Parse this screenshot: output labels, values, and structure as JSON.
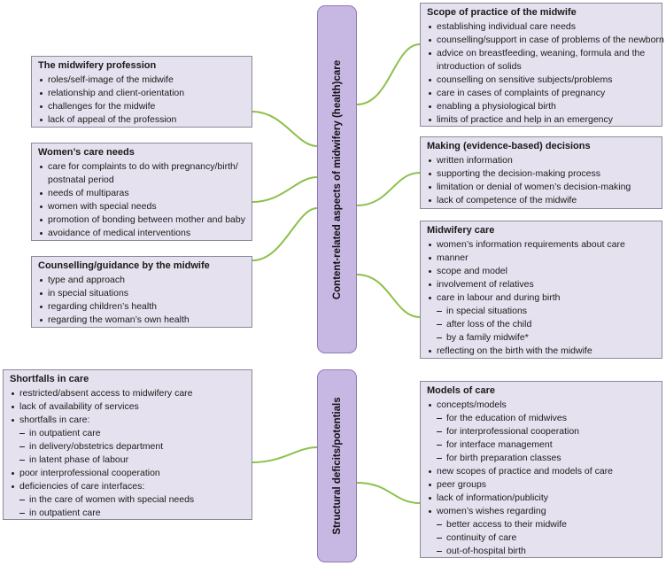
{
  "center_top": "Content-related aspects of midwifery (health)care",
  "center_bottom": "Structural deficits/potentials",
  "boxes": {
    "profession": {
      "title": "The midwifery profession",
      "items": [
        "roles/self-image of the midwife",
        "relationship and client-orientation",
        "challenges for the midwife",
        "lack of appeal of the profession"
      ]
    },
    "needs": {
      "title": "Women’s care needs",
      "items": [
        "care for complaints to do with pregnancy/birth/",
        "postnatal period",
        "needs of multiparas",
        "women with special needs",
        "promotion of bonding between mother and baby",
        "avoidance of medical interventions"
      ]
    },
    "counselling": {
      "title": "Counselling/guidance by the midwife",
      "items": [
        "type and approach",
        "in special situations",
        "regarding children’s health",
        "regarding the woman’s own health"
      ]
    },
    "scope": {
      "title": "Scope of practice of the midwife",
      "items": [
        "establishing individual care needs",
        "counselling/support in case of problems of the newborn",
        "advice on breastfeeding, weaning, formula and the",
        "introduction of solids",
        "counselling on sensitive subjects/problems",
        "care in cases of complaints of pregnancy",
        "enabling a physiological birth",
        "limits of practice and help in an emergency"
      ]
    },
    "decisions": {
      "title": "Making (evidence-based) decisions",
      "items": [
        "written information",
        "supporting the decision-making process",
        "limitation or denial of women’s decision-making",
        "lack of competence of the midwife"
      ]
    },
    "midwifery_care": {
      "title": "Midwifery care",
      "items": [
        "women’s information requirements about care",
        "manner",
        "scope and model",
        "involvement of relatives",
        "care in labour and during birth",
        "in special situations",
        "after loss of the child",
        "by a family midwife*",
        "reflecting on the birth with the midwife"
      ]
    },
    "shortfalls": {
      "title": "Shortfalls in care",
      "items": [
        "restricted/absent access to midwifery care",
        "lack of availability of services",
        "shortfalls in care:",
        "in outpatient care",
        "in delivery/obstetrics department",
        "in latent phase of labour",
        "poor interprofessional cooperation",
        "deficiencies of care interfaces:",
        "in the care of women with special needs",
        "in outpatient care"
      ]
    },
    "models": {
      "title": "Models of care",
      "items": [
        "concepts/models",
        "for the education of midwives",
        "for interprofessional cooperation",
        "for interface management",
        "for birth preparation classes",
        "new scopes of practice and models of care",
        "peer groups",
        "lack of information/publicity",
        "women’s wishes regarding",
        "better access to their midwife",
        "continuity of care",
        "out-of-hospital birth"
      ]
    }
  },
  "colors": {
    "connector": "#8dc04b",
    "box_fill": "#e6e1ef",
    "center_fill": "#c7b7e3"
  }
}
